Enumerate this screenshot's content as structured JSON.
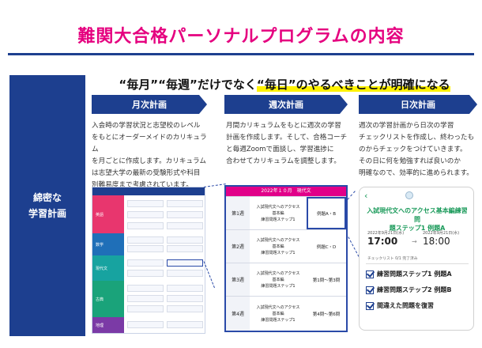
{
  "title": "難関大合格パーソナルプログラムの内容",
  "sidebar_label_line1": "綿密な",
  "sidebar_label_line2": "学習計画",
  "headline": {
    "part1": "“毎月”“毎週”だけでなく",
    "part2": "“毎日”のやるべきことが明確になる"
  },
  "columns": [
    {
      "heading": "月次計画",
      "lines": [
        "入会時の学習状況と志望校のレベル",
        "をもとにオーダーメイドのカリキュラム",
        "を月ごとに作成します。カリキュラム",
        "は志望大学の最新の受験形式や科目",
        "別難易度まで考慮されています。"
      ]
    },
    {
      "heading": "週次計画",
      "lines": [
        "月間カリキュラムをもとに週次の学習",
        "計画を作成します。そして、合格コーチ",
        "と毎週Zoomで面談し、学習進捗に",
        "合わせてカリキュラムを調整します。"
      ]
    },
    {
      "heading": "日次計画",
      "lines": [
        "週次の学習計画から日次の学習",
        "チェックリストを作成し、終わったも",
        "のからチェックをつけていきます。",
        "その日に何を勉強すれば良いのか",
        "明確なので、効率的に進められます。"
      ]
    }
  ],
  "monthly_table": {
    "rows": [
      {
        "label": "英語",
        "color": "#e8366e"
      },
      {
        "label": "数学",
        "color": "#1f6fb8"
      },
      {
        "label": "現代文",
        "color": "#17a3a0"
      },
      {
        "label": "古典",
        "color": "#1aa37a"
      },
      {
        "label": "地理",
        "color": "#7b3aa6"
      }
    ]
  },
  "weekly_table": {
    "title": "2022年１０月　現代文",
    "rows": [
      {
        "week": "第1週",
        "desc": [
          "入試現代文へのアクセス",
          "基本編",
          "練習問題ステップ1"
        ],
        "task": "例題A・B"
      },
      {
        "week": "第2週",
        "desc": [
          "入試現代文へのアクセス",
          "基本編",
          "練習問題ステップ1"
        ],
        "task": "例題C・D"
      },
      {
        "week": "第3週",
        "desc": [
          "入試現代文へのアクセス",
          "基本編",
          "練習問題ステップ1"
        ],
        "task": "第1問〜第3問"
      },
      {
        "week": "第4週",
        "desc": [
          "入試現代文へのアクセス",
          "基本編",
          "練習問題ステップ1"
        ],
        "task": "第4問〜第6問"
      }
    ]
  },
  "daily_card": {
    "title_line1": "入試現代文へのアクセス基本編練習問",
    "title_line2": "題ステップ1 例題A",
    "start_date": "2022年9月21日(水)",
    "start_time": "17:00",
    "end_date": "2022年9月21日(水)",
    "end_time": "18:00",
    "checklist_label": "チェックリスト 0/1 完了済み",
    "items": [
      "練習問題ステップ1 例題A",
      "練習問題ステップ2 例題B",
      "間違えた問題を復習"
    ]
  },
  "colors": {
    "title": "#e5007f",
    "navy": "#1d3f8f",
    "accent_green": "#1a9a5a",
    "highlight": "#fff200"
  },
  "icons": [
    "back-icon",
    "checkbox-checked-icon"
  ]
}
